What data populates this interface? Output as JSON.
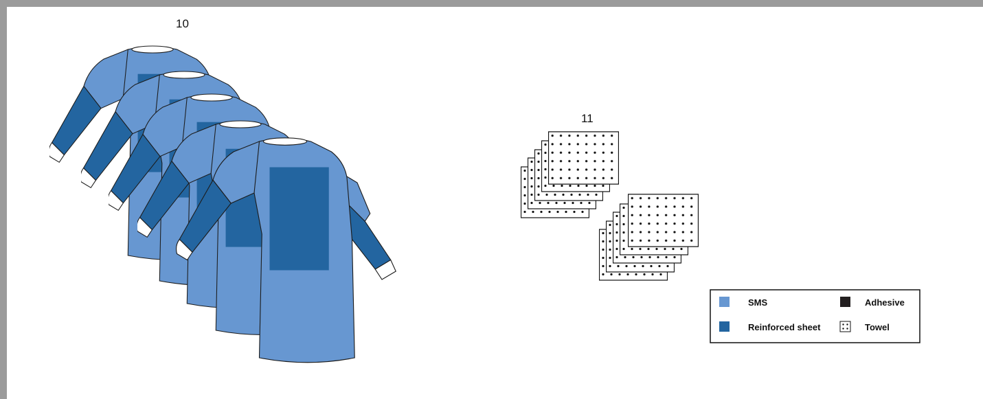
{
  "figure": {
    "gowns_label": "10",
    "towels_label": "11",
    "gown_count": 5,
    "towel_groups": [
      5,
      5
    ]
  },
  "legend": {
    "items": [
      {
        "label": "SMS",
        "color": "#6797d1",
        "swatch": "solid"
      },
      {
        "label": "Reinforced sheet",
        "color": "#2365a0",
        "swatch": "solid"
      },
      {
        "label": "Adhesive",
        "color": "#231f20",
        "swatch": "solid"
      },
      {
        "label": "Towel",
        "color": "#ffffff",
        "swatch": "dotted"
      }
    ]
  },
  "colors": {
    "sms": "#6797d1",
    "reinforced": "#2365a0",
    "outline": "#1c1c1c",
    "frame": "#9b9b9b"
  }
}
